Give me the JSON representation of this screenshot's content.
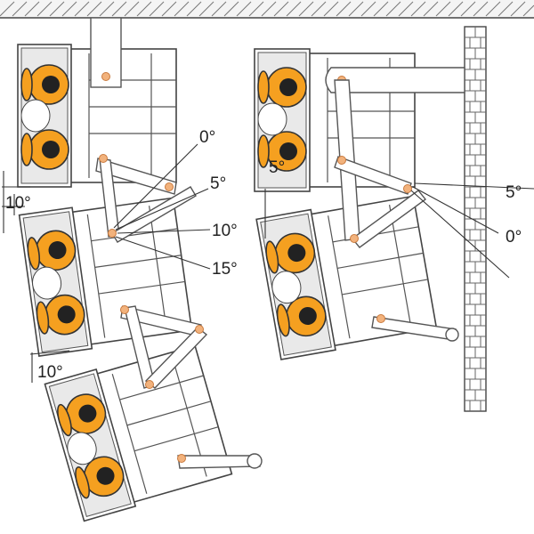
{
  "labels": {
    "left_array": {
      "angle_0": "0°",
      "angle_5": "5°",
      "angle_10": "10°",
      "angle_15": "15°",
      "splay_upper": "10°",
      "splay_lower": "10°"
    },
    "right_array": {
      "angle_5": "5°",
      "angle_0": "0°",
      "splay": "5°"
    }
  },
  "colors": {
    "driver_orange": "#f5a020",
    "pivot_pin": "#f2b27c",
    "outline": "#444444",
    "hatch": "#666666"
  }
}
